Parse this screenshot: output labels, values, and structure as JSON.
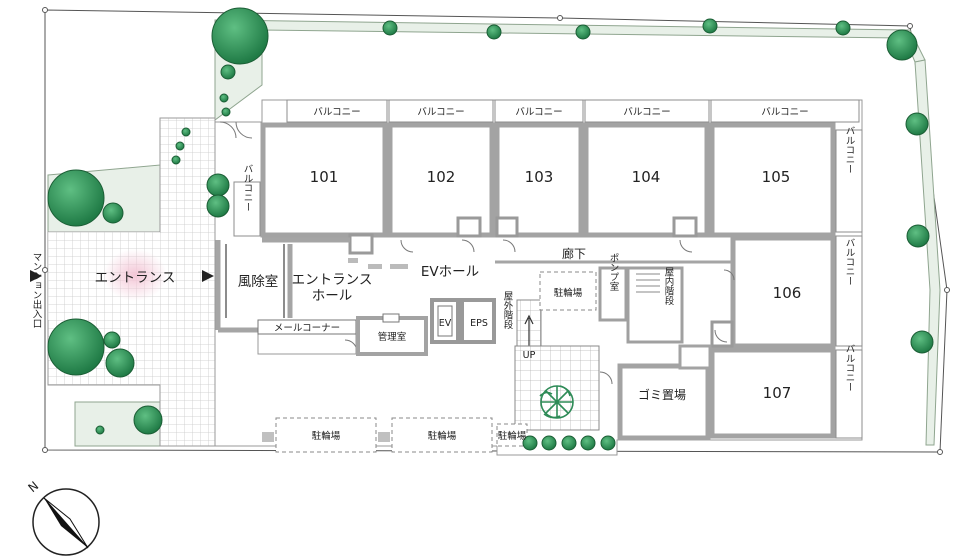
{
  "units": {
    "u101": "101",
    "u102": "102",
    "u103": "103",
    "u104": "104",
    "u105": "105",
    "u106": "106",
    "u107": "107"
  },
  "labels": {
    "balcony": "バルコニー",
    "entrance": "エントランス",
    "windbreak": "風除室",
    "entrance_hall": [
      "エントランス",
      "ホール"
    ],
    "ev_hall": "EVホール",
    "corridor": "廊下",
    "mail_corner": "メールコーナー",
    "management": "管理室",
    "ev": "EV",
    "eps": "EPS",
    "outdoor_stairs": "屋外階段",
    "up": "UP",
    "bicycle_parking": "駐輪場",
    "pump_room": "ポンプ室",
    "indoor_stairs": "屋内階段",
    "garbage": "ゴミ置場",
    "mansion_entrance": "マンション出入口",
    "north": "N"
  },
  "colors": {
    "tree": "#2e8b57",
    "highlight": "#f3c6d6",
    "wall": "#a9a9a9"
  }
}
